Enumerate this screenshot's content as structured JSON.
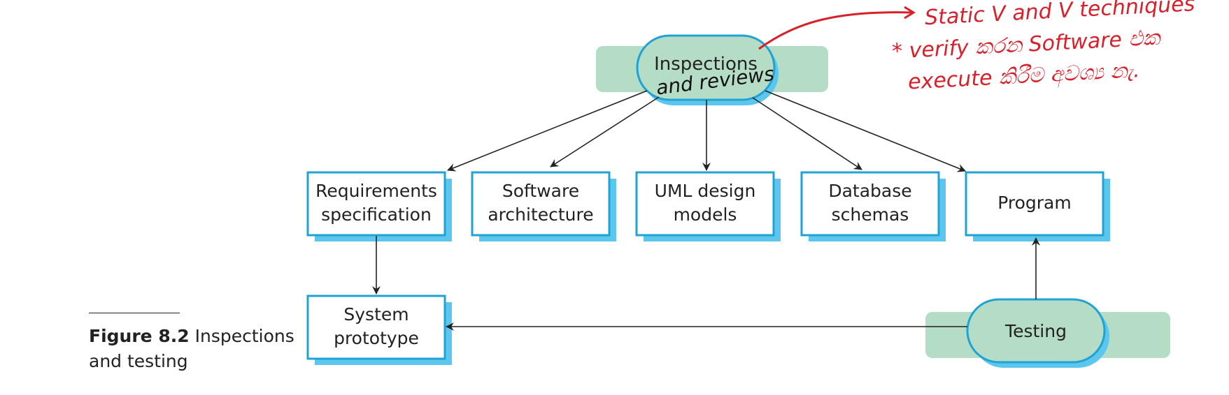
{
  "caption": {
    "label": "Figure 8.2",
    "text": "Inspections and testing"
  },
  "nodes": {
    "inspections": {
      "line1": "Inspections"
    },
    "requirements": {
      "line1": "Requirements",
      "line2": "specification"
    },
    "software": {
      "line1": "Software",
      "line2": "architecture"
    },
    "uml": {
      "line1": "UML design",
      "line2": "models"
    },
    "database": {
      "line1": "Database",
      "line2": "schemas"
    },
    "program": {
      "line1": "Program"
    },
    "system": {
      "line1": "System",
      "line2": "prototype"
    },
    "testing": {
      "line1": "Testing"
    }
  },
  "handwriting": {
    "overlay": "and reviews",
    "line1": "Static V and V techniques",
    "line2": "* verify කරන Software එක",
    "line3": "execute කිරීම අවශ්‍ය නැ."
  },
  "colors": {
    "box_border": "#1fa3d4",
    "box_shadow": "#5cc6ee",
    "band": "#b5dcc5",
    "arrow": "#222222",
    "ink_red": "#d8202a",
    "ink_black": "#111111"
  }
}
